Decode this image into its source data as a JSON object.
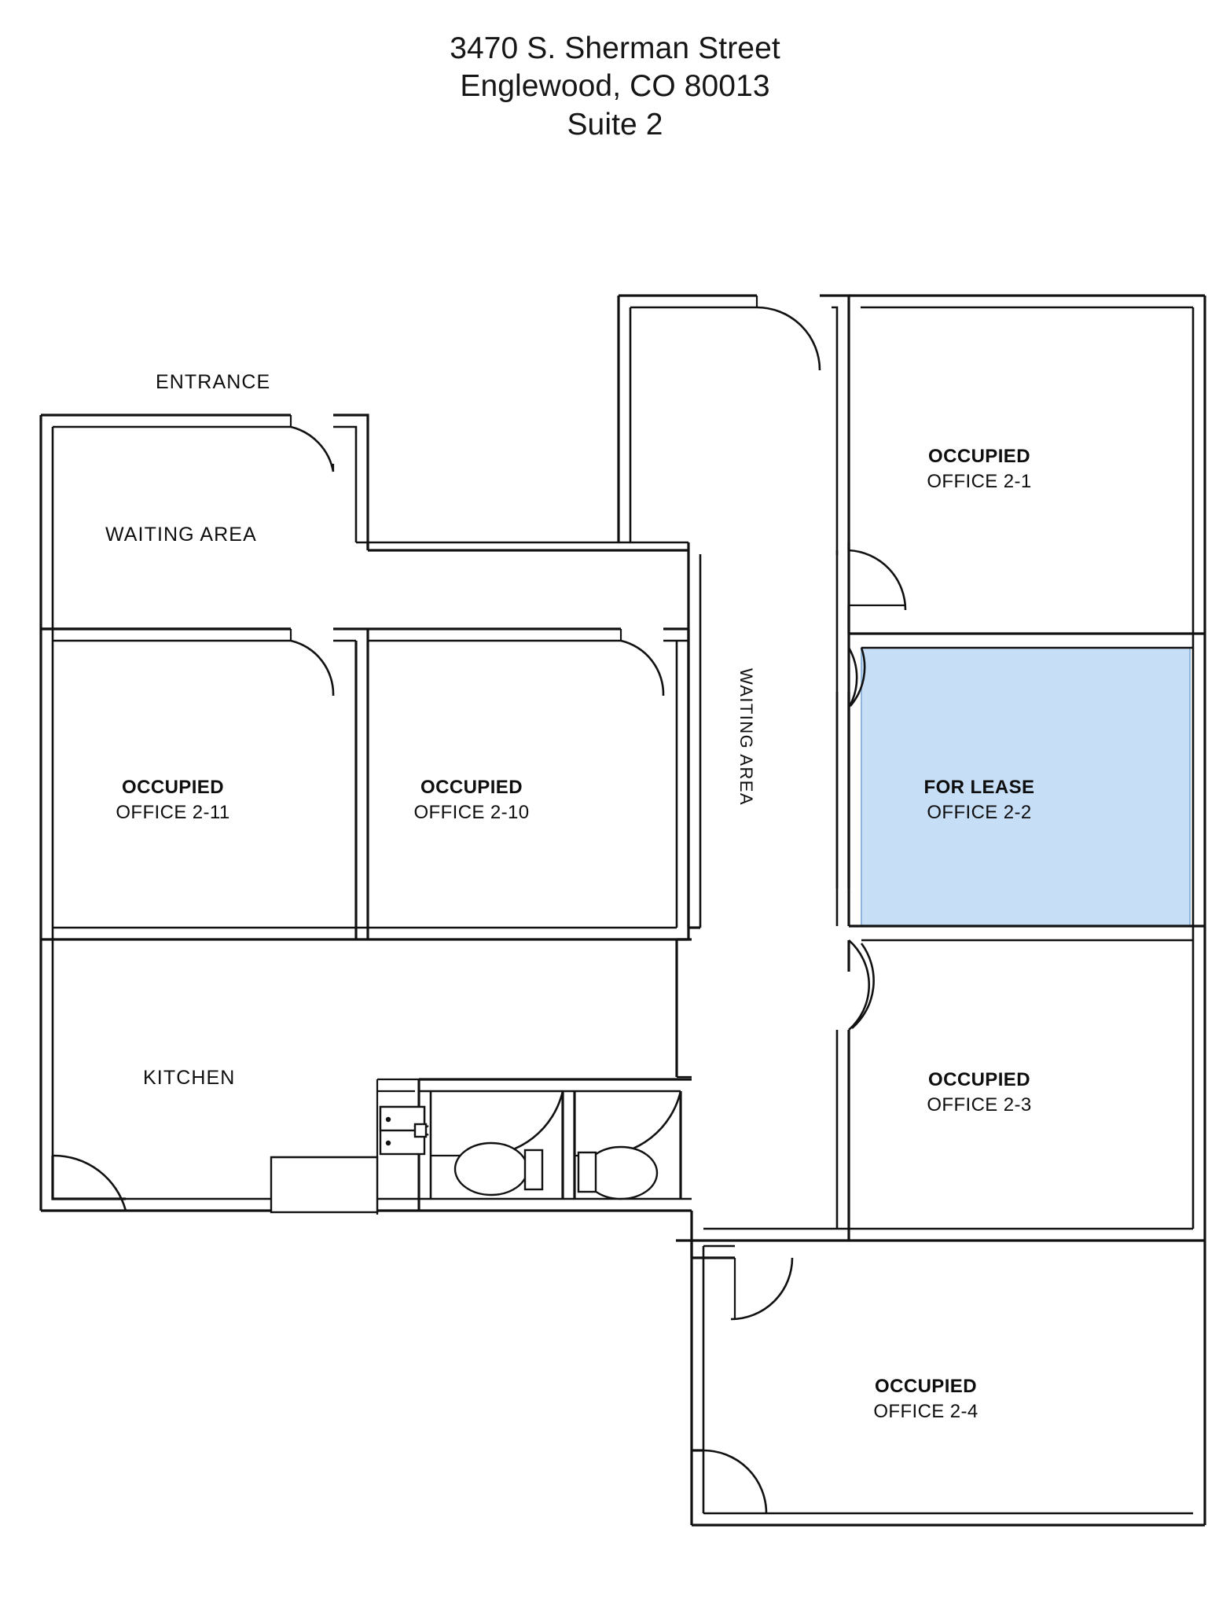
{
  "document": {
    "type": "floor-plan",
    "title_lines": [
      "3470 S. Sherman Street",
      "Englewood, CO 80013",
      "Suite 2"
    ],
    "address_line": "3470 S. Sherman Street",
    "city_line": "Englewood, CO 80013",
    "suite_line": "Suite 2"
  },
  "colors": {
    "wall_stroke": "#111111",
    "background": "#ffffff",
    "for_lease_fill": "#C7DEF7",
    "for_lease_stroke": "#8FB6DC",
    "label_text": "#0e0e0e"
  },
  "legend": {
    "status_occupied": "OCCUPIED",
    "status_for_lease": "FOR LEASE"
  },
  "areas": [
    {
      "id": "entrance",
      "label": "ENTRANCE",
      "orientation": "horizontal"
    },
    {
      "id": "waiting-left",
      "label": "WAITING AREA",
      "orientation": "horizontal"
    },
    {
      "id": "kitchen",
      "label": "KITCHEN",
      "orientation": "horizontal"
    },
    {
      "id": "waiting-mid",
      "label": "WAITING AREA",
      "orientation": "vertical"
    }
  ],
  "rooms": [
    {
      "id": "office-2-1",
      "status": "OCCUPIED",
      "unit": "OFFICE 2-1",
      "available": false
    },
    {
      "id": "office-2-2",
      "status": "FOR LEASE",
      "unit": "OFFICE 2-2",
      "available": true
    },
    {
      "id": "office-2-3",
      "status": "OCCUPIED",
      "unit": "OFFICE 2-3",
      "available": false
    },
    {
      "id": "office-2-4",
      "status": "OCCUPIED",
      "unit": "OFFICE 2-4",
      "available": false
    },
    {
      "id": "office-2-11",
      "status": "OCCUPIED",
      "unit": "OFFICE 2-11",
      "available": false
    },
    {
      "id": "office-2-10",
      "status": "OCCUPIED",
      "unit": "OFFICE 2-10",
      "available": false
    }
  ],
  "fixtures": [
    {
      "id": "toilet-left",
      "name": "toilet"
    },
    {
      "id": "toilet-right",
      "name": "toilet"
    },
    {
      "id": "kitchen-range",
      "name": "range-stove"
    },
    {
      "id": "kitchen-counter",
      "name": "counter"
    }
  ]
}
